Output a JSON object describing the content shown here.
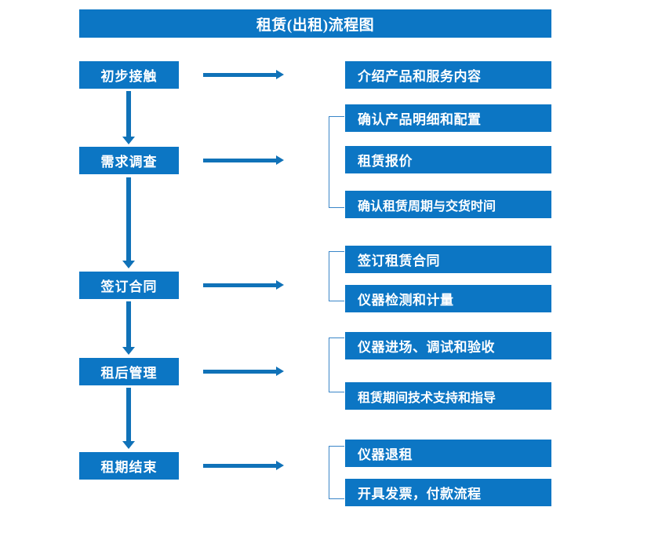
{
  "title": "租赁(出租)流程图",
  "colors": {
    "box_fill": "#0c76c4",
    "box_text": "#ffffff",
    "arrow": "#1072b8",
    "bracket": "#3a86c8",
    "background": "#ffffff"
  },
  "stages": [
    {
      "label": "初步接触"
    },
    {
      "label": "需求调查"
    },
    {
      "label": "签订合同"
    },
    {
      "label": "租后管理"
    },
    {
      "label": "租期结束"
    }
  ],
  "details": [
    {
      "label": "介绍产品和服务内容"
    },
    {
      "label": "确认产品明细和配置"
    },
    {
      "label": "租赁报价"
    },
    {
      "label": "确认租赁周期与交货时间"
    },
    {
      "label": "签订租赁合同"
    },
    {
      "label": "仪器检测和计量"
    },
    {
      "label": "仪器进场、调试和验收"
    },
    {
      "label": "租赁期间技术支持和指导"
    },
    {
      "label": "仪器退租"
    },
    {
      "label": "开具发票，付款流程"
    }
  ],
  "groups": [
    {
      "stage": "需求调查",
      "details": [
        "确认产品明细和配置",
        "租赁报价",
        "确认租赁周期与交货时间"
      ]
    },
    {
      "stage": "签订合同",
      "details": [
        "签订租赁合同",
        "仪器检测和计量"
      ]
    },
    {
      "stage": "租后管理",
      "details": [
        "仪器进场、调试和验收",
        "租赁期间技术支持和指导"
      ]
    },
    {
      "stage": "租期结束",
      "details": [
        "仪器退租",
        "开具发票，付款流程"
      ]
    }
  ]
}
